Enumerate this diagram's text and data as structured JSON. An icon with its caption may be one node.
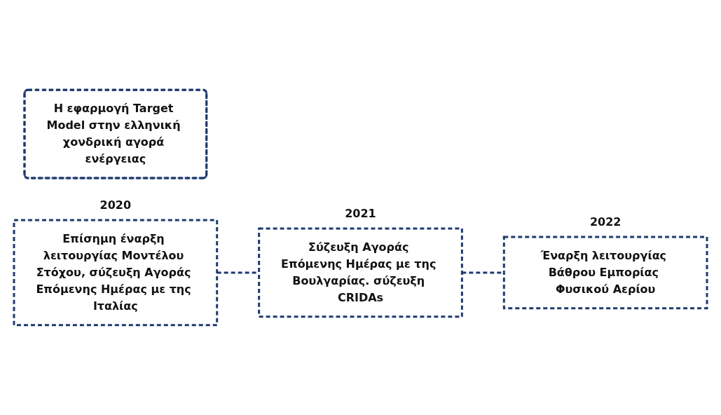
{
  "diagram": {
    "nodes": [
      {
        "text": [
          "Η εφαρμογή Target Model στην ελληνική χονδρική αγορά ενέργειας"
        ]
      },
      {
        "text": [
          "Επίσημη έναρξη λειτουργίας Μοντέλου Στόχου, σύζευξη Αγοράς Επόμενης Ημέρας με της Ιταλίας"
        ],
        "beside": [
          "2020"
        ]
      },
      {
        "text": [
          "Σύζευξη Αγοράς Επόμενης Ημέρας με της Βουλγαρίας. σύζευξη CRIDAs"
        ],
        "beside": [
          "2021"
        ]
      },
      {
        "text": [
          "Έναρξη λειτουργίας Βάθρου Εμπορίας Φυσικού Αερίου"
        ],
        "beside": [
          "2022"
        ]
      }
    ],
    "edges": [
      {
        "from": 1,
        "to": 2,
        "arrow": "none",
        "style": "dashed"
      },
      {
        "from": 2,
        "to": 3,
        "arrow": "none",
        "style": "dashed"
      }
    ]
  }
}
